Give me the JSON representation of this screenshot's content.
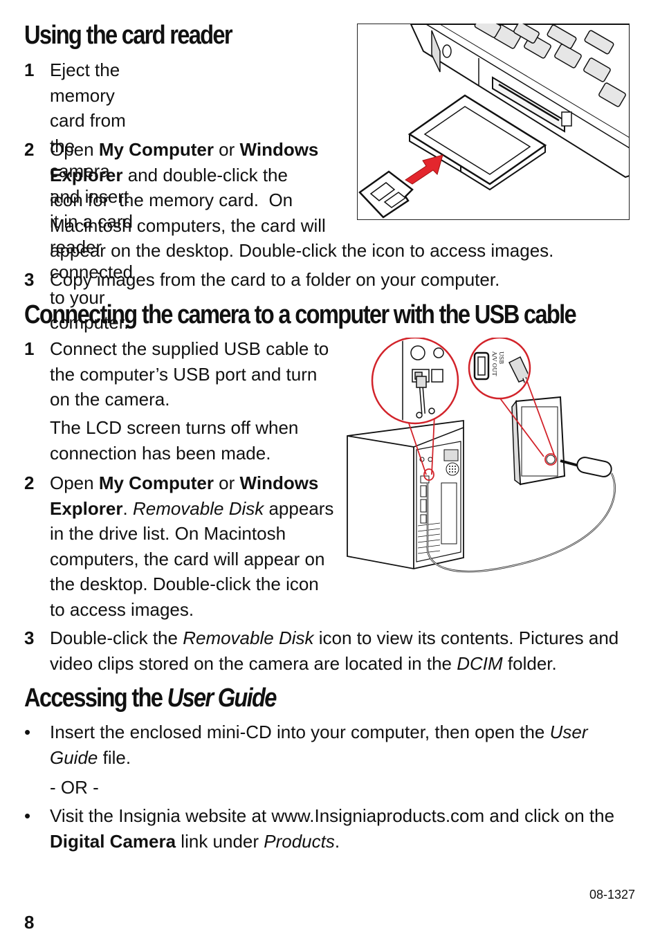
{
  "sections": {
    "card_reader": {
      "title": "Using the card reader",
      "step1": {
        "num": "1",
        "lines": [
          "Eject the memory card from the",
          "camera and insert it in a card reader",
          "connected to your computer."
        ]
      },
      "step2": {
        "num": "2",
        "open": "Open ",
        "my_computer": "My Computer",
        "or": " or ",
        "windows": "Windows",
        "explorer": "Explorer",
        "rest1": " and double-click the",
        "line3": "icon for  the memory card.  On",
        "line4": "Macintosh computers, the card will",
        "line5": "appear on the desktop. Double-click the icon to access images."
      },
      "step3": {
        "num": "3",
        "text": "Copy images from the card to a folder on your computer."
      }
    },
    "usb": {
      "title": "Connecting the camera to a computer with the USB cable",
      "step1": {
        "num": "1",
        "lines": [
          "Connect the supplied USB cable to",
          "the computer’s USB port and turn",
          "on the camera."
        ],
        "note_lines": [
          "The LCD screen turns off when",
          "connection has been made."
        ]
      },
      "step2": {
        "num": "2",
        "open": "Open ",
        "my_computer": "My Computer",
        "or": " or ",
        "windows": "Windows",
        "explorer": "Explorer",
        "period": ". ",
        "removable_disk": "Removable Disk",
        "appears": " appears",
        "lines": [
          "in the drive list. On Macintosh",
          "computers, the card will appear on",
          "the desktop. Double-click the icon",
          "to access images."
        ]
      },
      "step3": {
        "num": "3",
        "pre": "Double-click the ",
        "removable_disk": "Removable Disk",
        "post": " icon to view its contents. Pictures and",
        "line2_pre": "video clips stored on the camera are located in the ",
        "dcim": "DCIM",
        "line2_post": " folder."
      }
    },
    "user_guide": {
      "title_plain": "Accessing the ",
      "title_italic": "User Guide",
      "bullet1": {
        "bullet": "•",
        "pre": "Insert the enclosed mini-CD into your computer, then open the ",
        "user": "User",
        "guide": "Guide",
        "post": " file."
      },
      "or_text": "- OR -",
      "bullet2": {
        "bullet": "•",
        "line1": "Visit the Insignia website at www.Insigniaproducts.com and click on the",
        "digital_camera": "Digital Camera",
        "mid": " link under ",
        "products": "Products",
        "end": "."
      }
    }
  },
  "figures": {
    "usb_port_label": "USB",
    "av_out_label": "A/V OUT"
  },
  "footer": {
    "doc_code": "08-1327",
    "page_number": "8"
  },
  "colors": {
    "callout_red": "#d2232a",
    "arrow_red": "#e3262d",
    "text": "#111111"
  }
}
